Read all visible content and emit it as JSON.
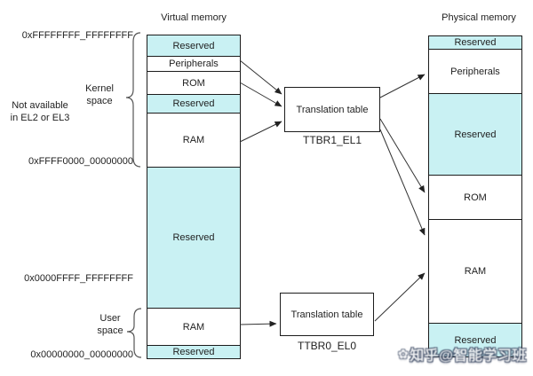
{
  "titles": {
    "virtual": "Virtual memory",
    "physical": "Physical memory"
  },
  "virtual_memory": {
    "blocks": [
      {
        "label": "Reserved",
        "type": "reserved"
      },
      {
        "label": "Peripherals",
        "type": "normal"
      },
      {
        "label": "ROM",
        "type": "normal"
      },
      {
        "label": "Reserved",
        "type": "reserved"
      },
      {
        "label": "RAM",
        "type": "normal"
      },
      {
        "label": "Reserved",
        "type": "reserved"
      },
      {
        "label": "RAM",
        "type": "normal"
      },
      {
        "label": "Reserved",
        "type": "reserved"
      }
    ]
  },
  "physical_memory": {
    "blocks": [
      {
        "label": "Reserved",
        "type": "reserved"
      },
      {
        "label": "Peripherals",
        "type": "normal"
      },
      {
        "label": "Reserved",
        "type": "reserved"
      },
      {
        "label": "ROM",
        "type": "normal"
      },
      {
        "label": "RAM",
        "type": "normal"
      },
      {
        "label": "Reserved",
        "type": "reserved"
      }
    ]
  },
  "translation_tables": [
    {
      "box_label": "Translation table",
      "register": "TTBR1_EL1"
    },
    {
      "box_label": "Translation table",
      "register": "TTBR0_EL0"
    }
  ],
  "annotations": {
    "top_address": "0xFFFFFFFF_FFFFFFFF",
    "kernel_bottom_address": "0xFFFF0000_00000000",
    "user_top_address": "0x0000FFFF_FFFFFFFF",
    "bottom_address": "0x00000000_00000000",
    "kernel_space": "Kernel\nspace",
    "not_available": "Not available\nin EL2 or EL3",
    "user_space": "User\nspace"
  },
  "watermark": {
    "logo": "✿",
    "text": "知乎@智能学习班"
  },
  "colors": {
    "reserved_fill": "#c9f1f3",
    "block_fill": "#ffffff",
    "border": "#1c1c1c",
    "line": "#333333"
  }
}
